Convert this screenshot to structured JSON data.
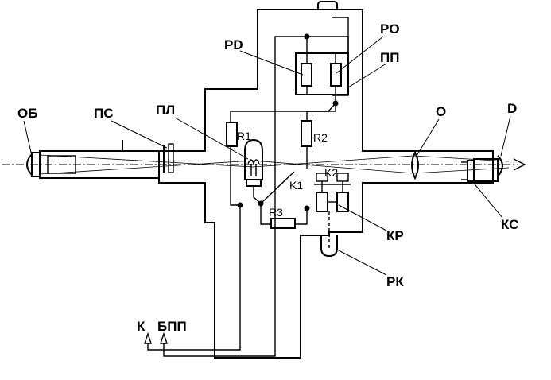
{
  "labels": {
    "ob": "ОБ",
    "ps": "ПС",
    "pl": "ПЛ",
    "pd": "PD",
    "po": "PO",
    "pp": "ПП",
    "o": "O",
    "d": "D",
    "r1": "R1",
    "r2": "R2",
    "r3": "R3",
    "k1": "K1",
    "k2": "K2",
    "kr": "КР",
    "ks": "КС",
    "rk": "РК",
    "k": "К",
    "bpp": "БПП"
  }
}
